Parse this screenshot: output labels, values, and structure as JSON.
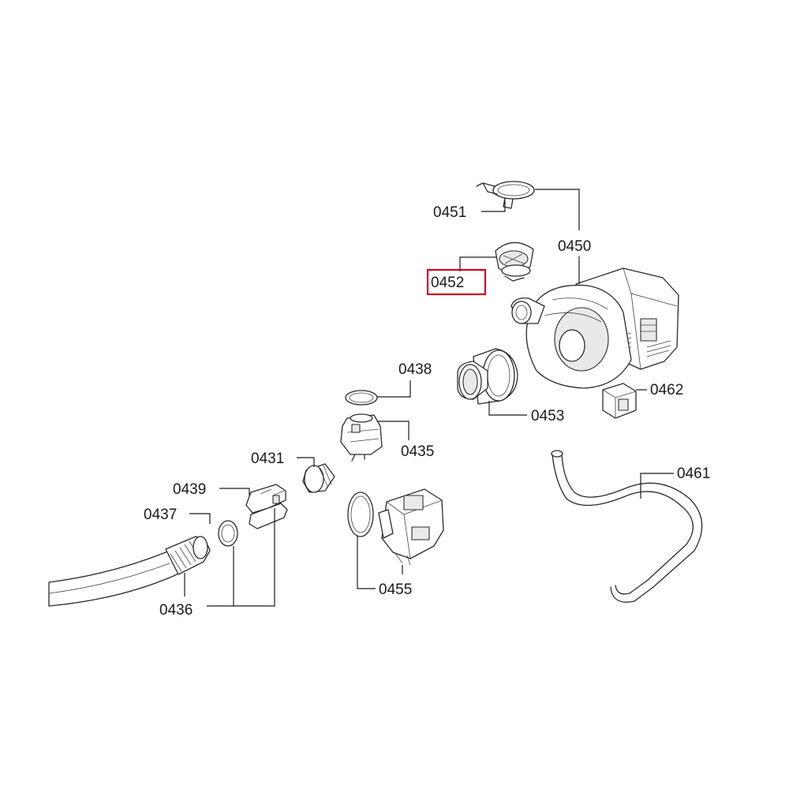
{
  "colors": {
    "line": "#2a2a2a",
    "highlight": "#d0021b",
    "background": "#ffffff"
  },
  "highlighted_part": "0452",
  "callouts": {
    "c0451": "0451",
    "c0450": "0450",
    "c0452": "0452",
    "c0438": "0438",
    "c0453": "0453",
    "c0462": "0462",
    "c0435": "0435",
    "c0431": "0431",
    "c0461": "0461",
    "c0439": "0439",
    "c0437": "0437",
    "c0455": "0455",
    "c0436": "0436"
  }
}
